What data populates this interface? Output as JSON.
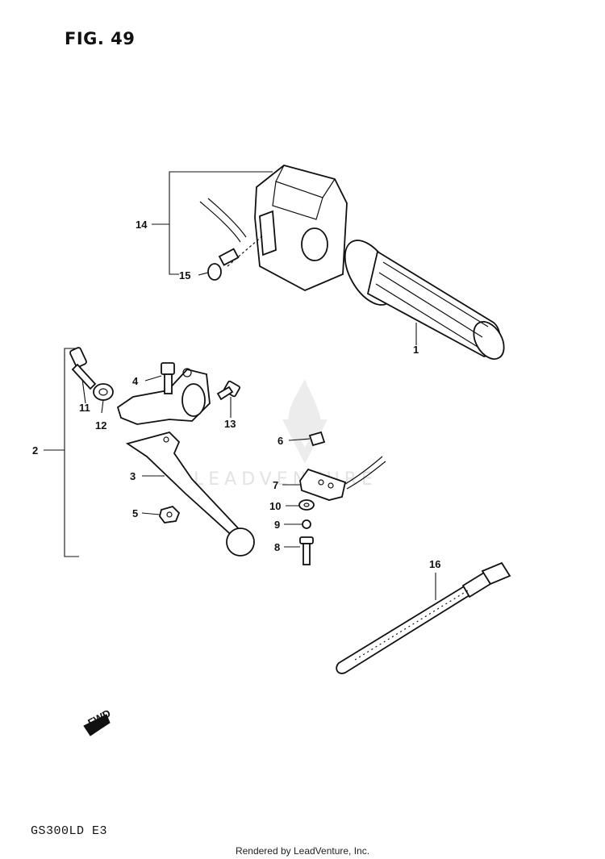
{
  "figure": {
    "title": "FIG. 49",
    "model_code": "GS300LD  E3",
    "footer": "Rendered by LeadVenture, Inc.",
    "watermark_text": "LEADVENTURE",
    "fwd_label": "FWD"
  },
  "callouts": [
    {
      "number": "1",
      "part": "grip"
    },
    {
      "number": "2",
      "part": "lever-assembly"
    },
    {
      "number": "3",
      "part": "lever"
    },
    {
      "number": "4",
      "part": "bolt"
    },
    {
      "number": "5",
      "part": "nut"
    },
    {
      "number": "6",
      "part": "clip"
    },
    {
      "number": "7",
      "part": "switch"
    },
    {
      "number": "8",
      "part": "screw"
    },
    {
      "number": "9",
      "part": "washer"
    },
    {
      "number": "10",
      "part": "washer"
    },
    {
      "number": "11",
      "part": "bolt"
    },
    {
      "number": "12",
      "part": "washer"
    },
    {
      "number": "13",
      "part": "bolt"
    },
    {
      "number": "14",
      "part": "switch-housing"
    },
    {
      "number": "15",
      "part": "screw"
    },
    {
      "number": "16",
      "part": "cable-tie"
    }
  ]
}
